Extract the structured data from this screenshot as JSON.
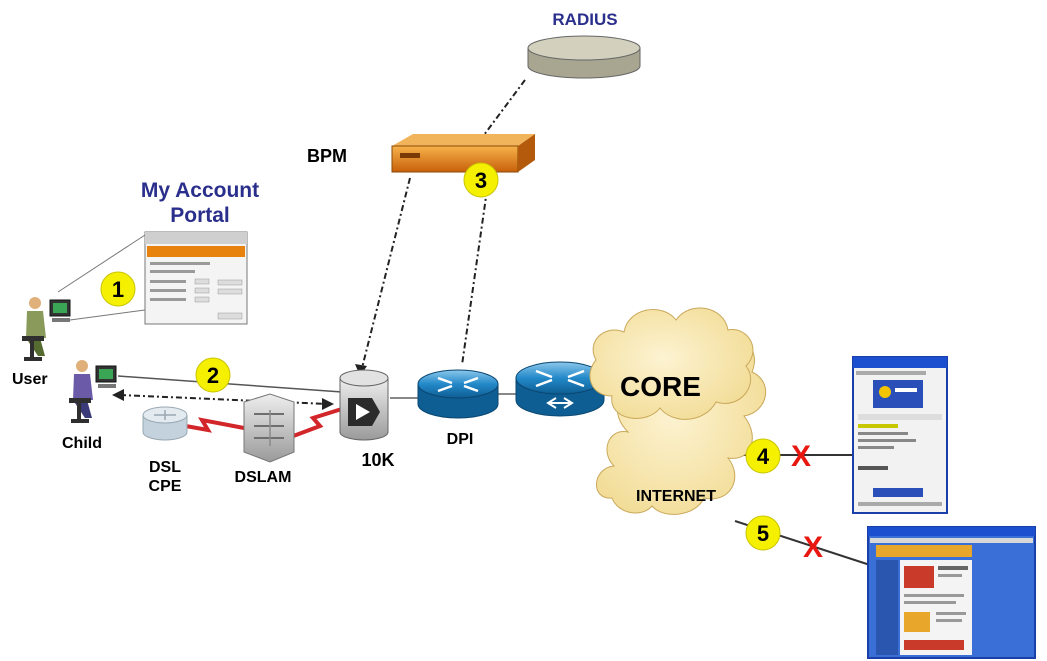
{
  "labels": {
    "radius": "RADIUS",
    "bpm": "BPM",
    "portal_line1": "My Account",
    "portal_line2": "Portal",
    "user": "User",
    "child": "Child",
    "dsl_cpe_line1": "DSL",
    "dsl_cpe_line2": "CPE",
    "dslam": "DSLAM",
    "router_10k": "10K",
    "dpi": "DPI",
    "core": "CORE",
    "internet": "INTERNET"
  },
  "steps": [
    "1",
    "2",
    "3",
    "4",
    "5"
  ],
  "blocked_mark": "X",
  "colors": {
    "portal_title": "#2b2f8c",
    "step_badge": "#f5f000",
    "blocked": "#e8170f",
    "router_blue": "#1f7fc0",
    "cloud": "#f7e6b0",
    "bpm_orange": "#e8820f",
    "radius_disk": "#c9c7b4",
    "serial_link": "#d2262a"
  },
  "icons": [
    "radius-server-icon",
    "bpm-appliance-icon",
    "portal-window-icon",
    "user-workstation-icon",
    "child-workstation-icon",
    "dsl-cpe-router-icon",
    "dslam-icon",
    "router-10k-icon",
    "dpi-router-icon",
    "core-switch-icon",
    "cloud-icon",
    "instant-messenger-window-icon",
    "web-browser-window-icon"
  ]
}
